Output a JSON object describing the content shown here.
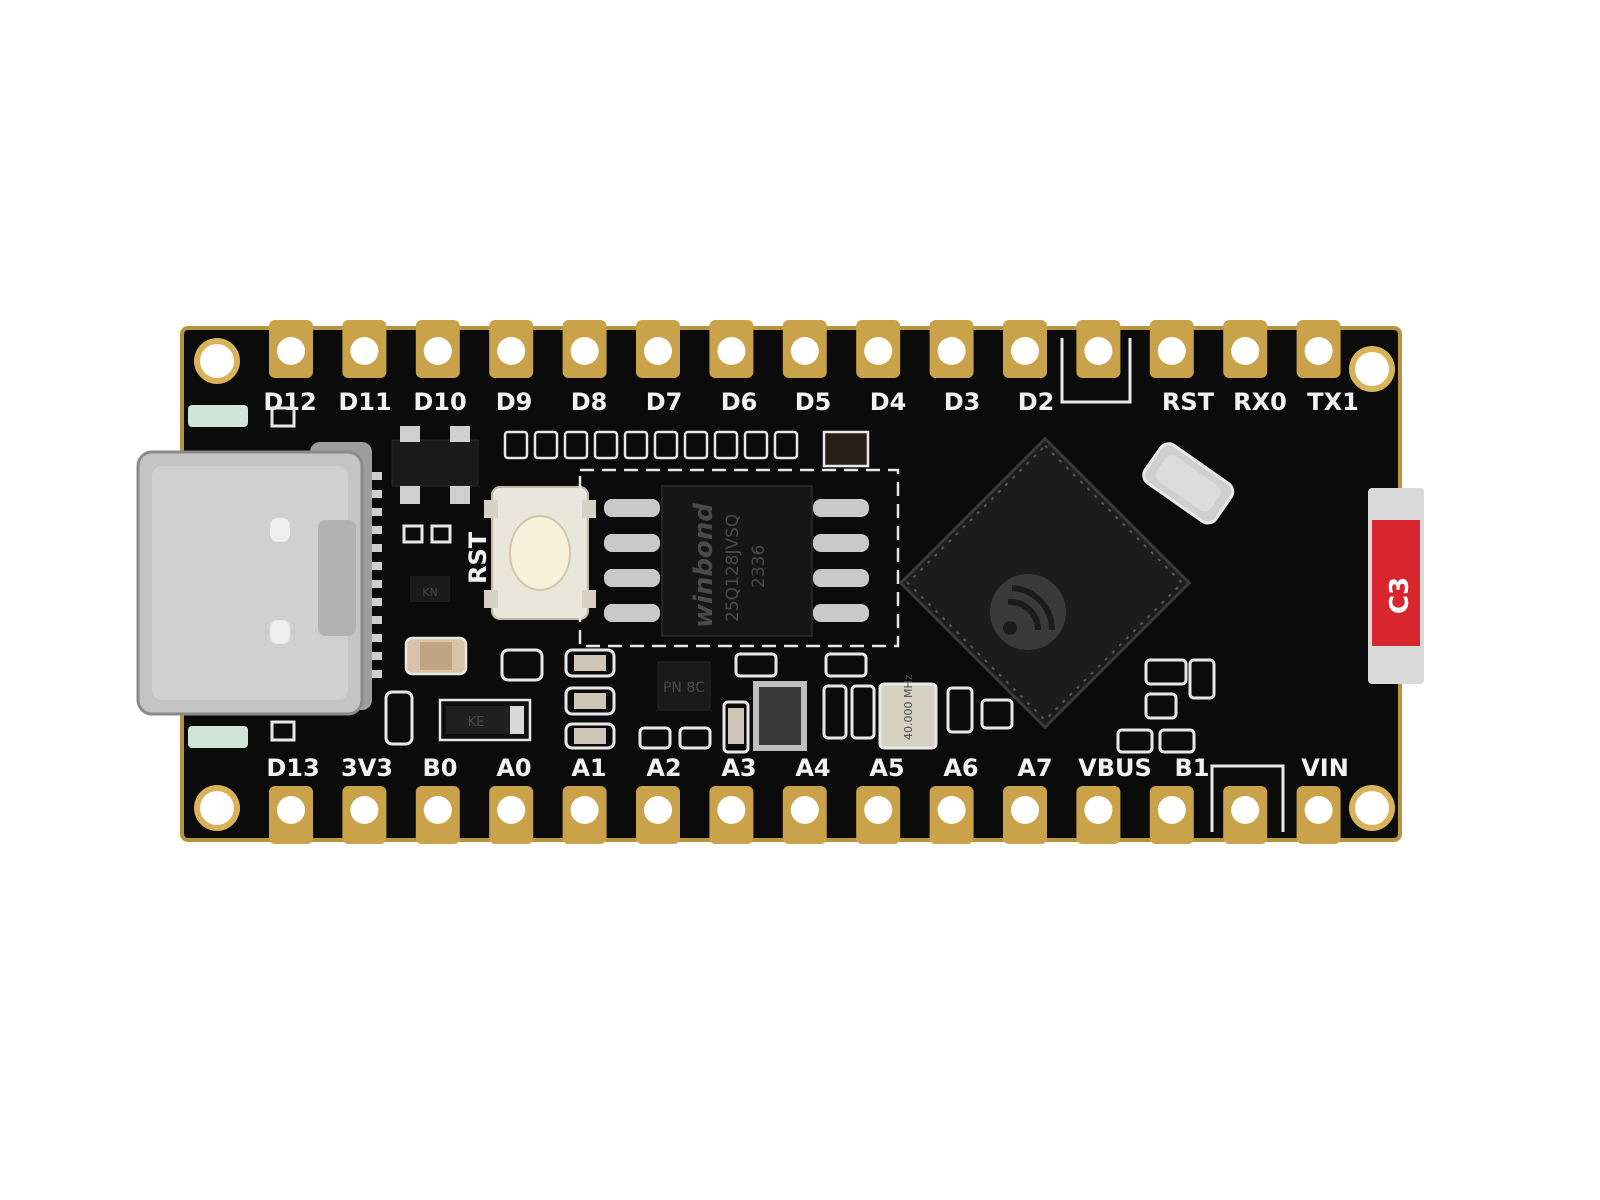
{
  "board": {
    "pins_top": [
      "D12",
      "D11",
      "D10",
      "D9",
      "D8",
      "D7",
      "D6",
      "D5",
      "D4",
      "D3",
      "D2",
      "",
      "RST",
      "RX0",
      "TX1"
    ],
    "pins_bottom": [
      "D13",
      "3V3",
      "B0",
      "A0",
      "A1",
      "A2",
      "A3",
      "A4",
      "A5",
      "A6",
      "A7",
      "VBUS",
      "B1",
      "",
      "VIN"
    ],
    "reset_label": "RST",
    "flash_chip": {
      "brand": "winbond",
      "part": "25Q128JVSQ",
      "code": "2336"
    },
    "crystal": "40.000 MHz",
    "diode": "KE",
    "mosfet": "KN",
    "regulator": "PN 8C",
    "antenna_label": "C3",
    "colors": {
      "pcb": "#0b0b0b",
      "gold": "#c9a24a",
      "usb_metal": "#c4c4c4",
      "antenna_red": "#d9262e",
      "silkscreen": "#ececec"
    }
  }
}
